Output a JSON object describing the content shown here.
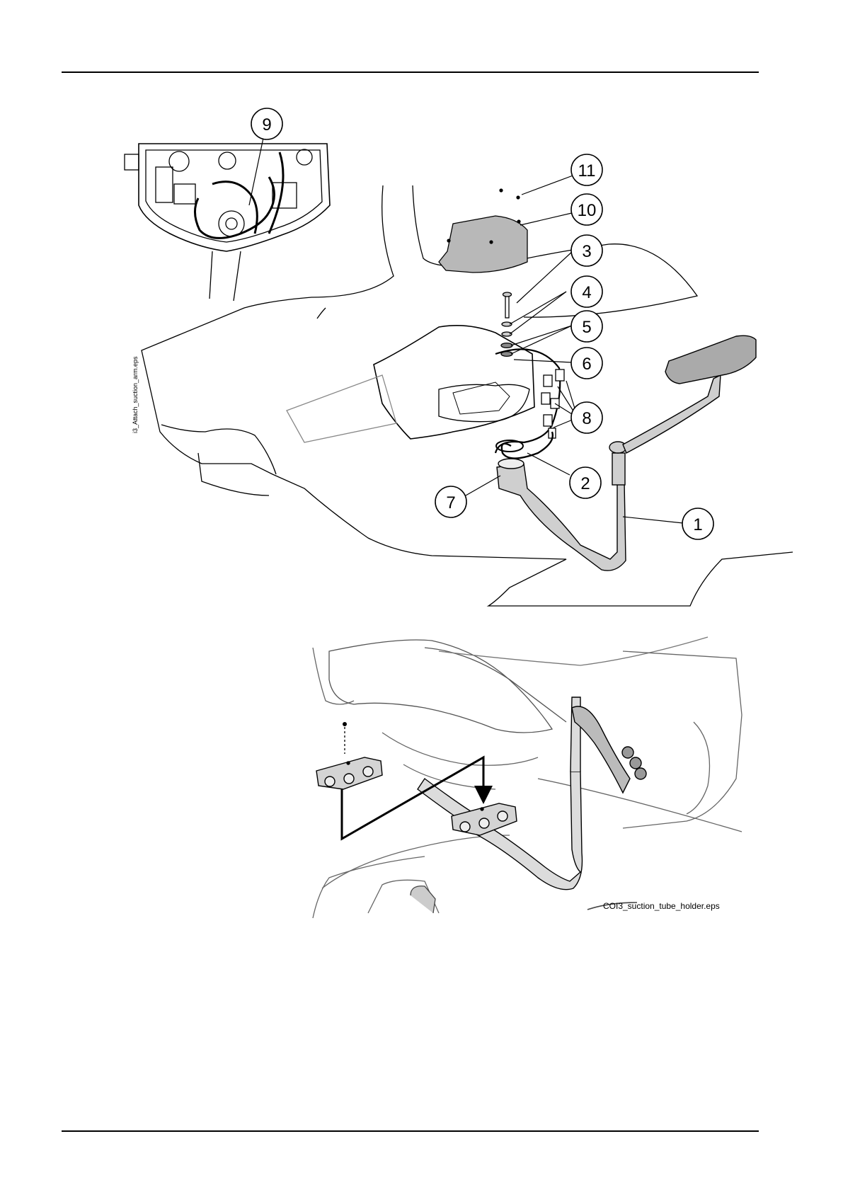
{
  "figure1": {
    "filename": "i3_Attach_suction_arm.eps",
    "callouts": [
      "1",
      "2",
      "3",
      "4",
      "5",
      "6",
      "7",
      "8",
      "9",
      "10",
      "11"
    ]
  },
  "figure2": {
    "filename": "COI3_suction_tube_holder.eps"
  }
}
